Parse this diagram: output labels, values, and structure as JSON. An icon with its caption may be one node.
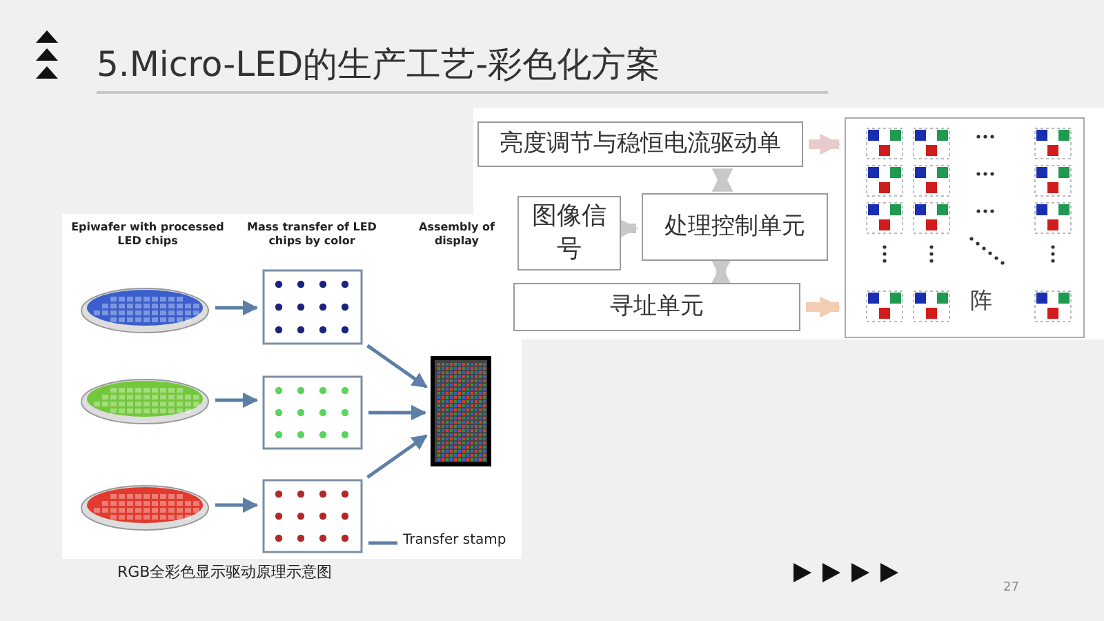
{
  "diagram": {
    "title": "5.Micro-LED的生产工艺-彩色化方案",
    "caption": "RGB全彩色显示驱动原理示意图",
    "nodes": [
      {
        "text": [],
        "shape": "picture"
      },
      {
        "text": [],
        "shape": "picture"
      },
      {
        "text": [],
        "shape": "picture"
      },
      {
        "text": [],
        "shape": "box"
      },
      {
        "text": [],
        "shape": "box"
      },
      {
        "text": [],
        "shape": "box"
      },
      {
        "text": [],
        "shape": "picture"
      },
      {
        "text": [
          "Transfer stamp"
        ]
      },
      {
        "text": [
          "亮度调节与稳恒电流驱动单"
        ]
      },
      {
        "text": [
          "图像信号"
        ]
      },
      {
        "text": [
          "处理控制单元"
        ]
      },
      {
        "text": [
          "寻址单元"
        ]
      },
      {
        "text": [
          "阵"
        ]
      }
    ],
    "edges": [
      {
        "from": 0,
        "to": 3,
        "arrow": "to"
      },
      {
        "from": 1,
        "to": 4,
        "arrow": "to"
      },
      {
        "from": 2,
        "to": 5,
        "arrow": "to"
      },
      {
        "from": 3,
        "to": 6,
        "arrow": "to"
      },
      {
        "from": 4,
        "to": 6,
        "arrow": "to"
      },
      {
        "from": 5,
        "to": 6,
        "arrow": "to"
      },
      {
        "from": 7,
        "to": 5,
        "arrow": "none"
      },
      {
        "from": 9,
        "to": 10,
        "arrow": "to",
        "style": "thick",
        "color": "#c8c8c8"
      },
      {
        "from": 10,
        "to": 8,
        "arrow": "both",
        "style": "thick",
        "color": "#c8c8c8"
      },
      {
        "from": 10,
        "to": 11,
        "arrow": "both",
        "style": "thick",
        "color": "#c8c8c8"
      },
      {
        "from": 8,
        "to": 12,
        "arrow": "to",
        "style": "thick",
        "color": "#e6cccc"
      },
      {
        "from": 11,
        "to": 12,
        "arrow": "to",
        "style": "thick",
        "color": "#f3cdb2"
      }
    ],
    "labels": [
      "Epiwafer with processed LED chips",
      "Mass transfer of LED chips by color",
      "Assembly of display",
      "27"
    ]
  }
}
